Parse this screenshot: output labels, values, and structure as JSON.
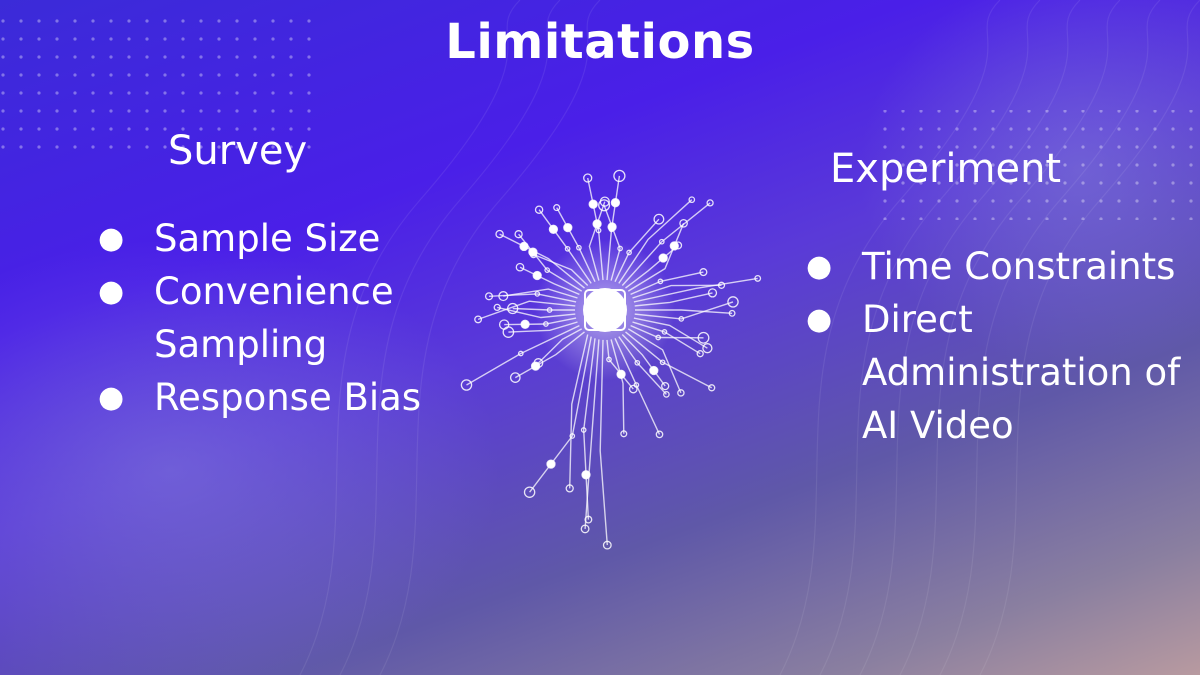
{
  "slide": {
    "title": "Limitations",
    "survey": {
      "heading": "Survey",
      "items": [
        "Sample Size",
        "Convenience Sampling",
        "Response Bias"
      ]
    },
    "experiment": {
      "heading": "Experiment",
      "items": [
        "Time Constraints",
        "Direct Administration of AI Video"
      ]
    },
    "bullet": "●",
    "colors": {
      "text": "#ffffff",
      "bg_top": "#4a1fe8",
      "bg_bottom": "#b89aa0"
    },
    "graphic_icon": "circuit-brain-icon"
  }
}
